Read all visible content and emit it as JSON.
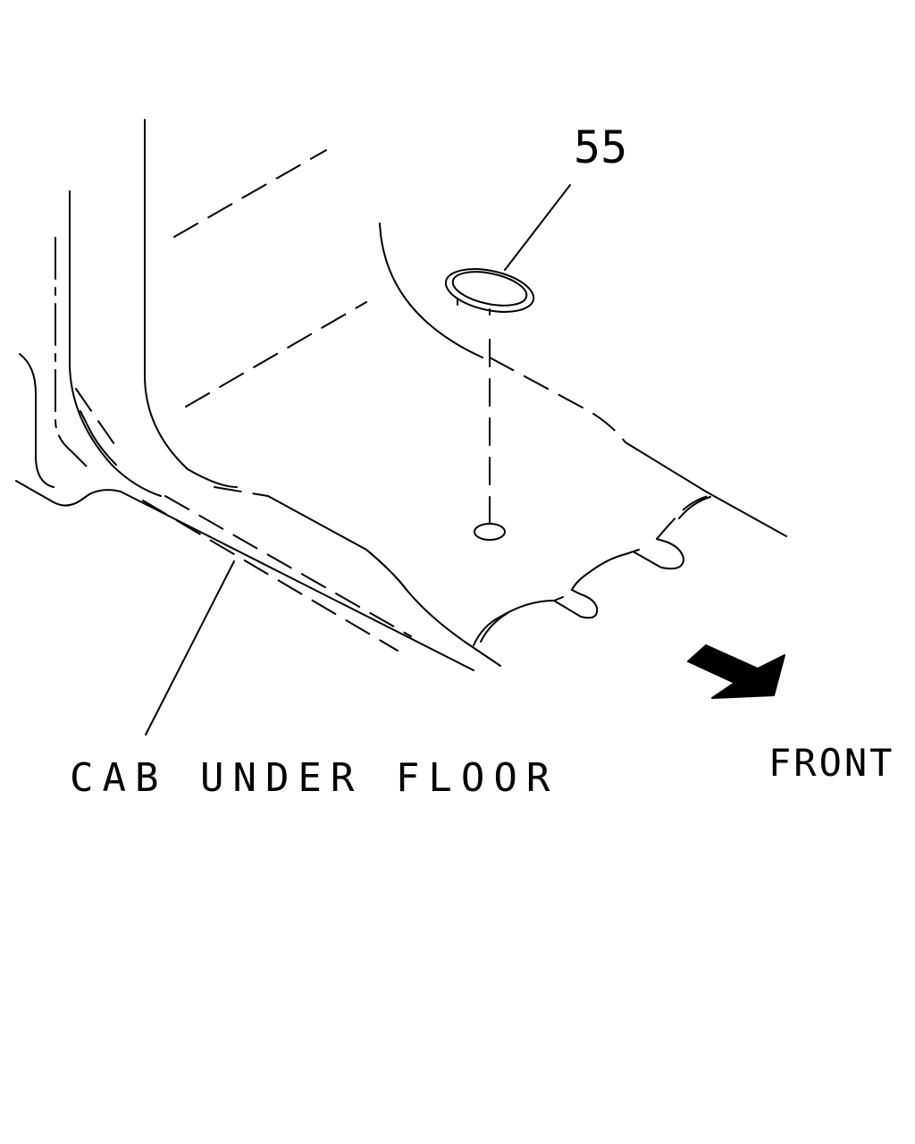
{
  "callouts": {
    "part_number": "55",
    "part_label": "CAB UNDER FLOOR",
    "direction_label": "FRONT"
  },
  "icons": {
    "plug": "oval-plug-icon",
    "arrow": "front-direction-arrow-icon"
  },
  "colors": {
    "line": "#000000",
    "background": "#ffffff"
  }
}
